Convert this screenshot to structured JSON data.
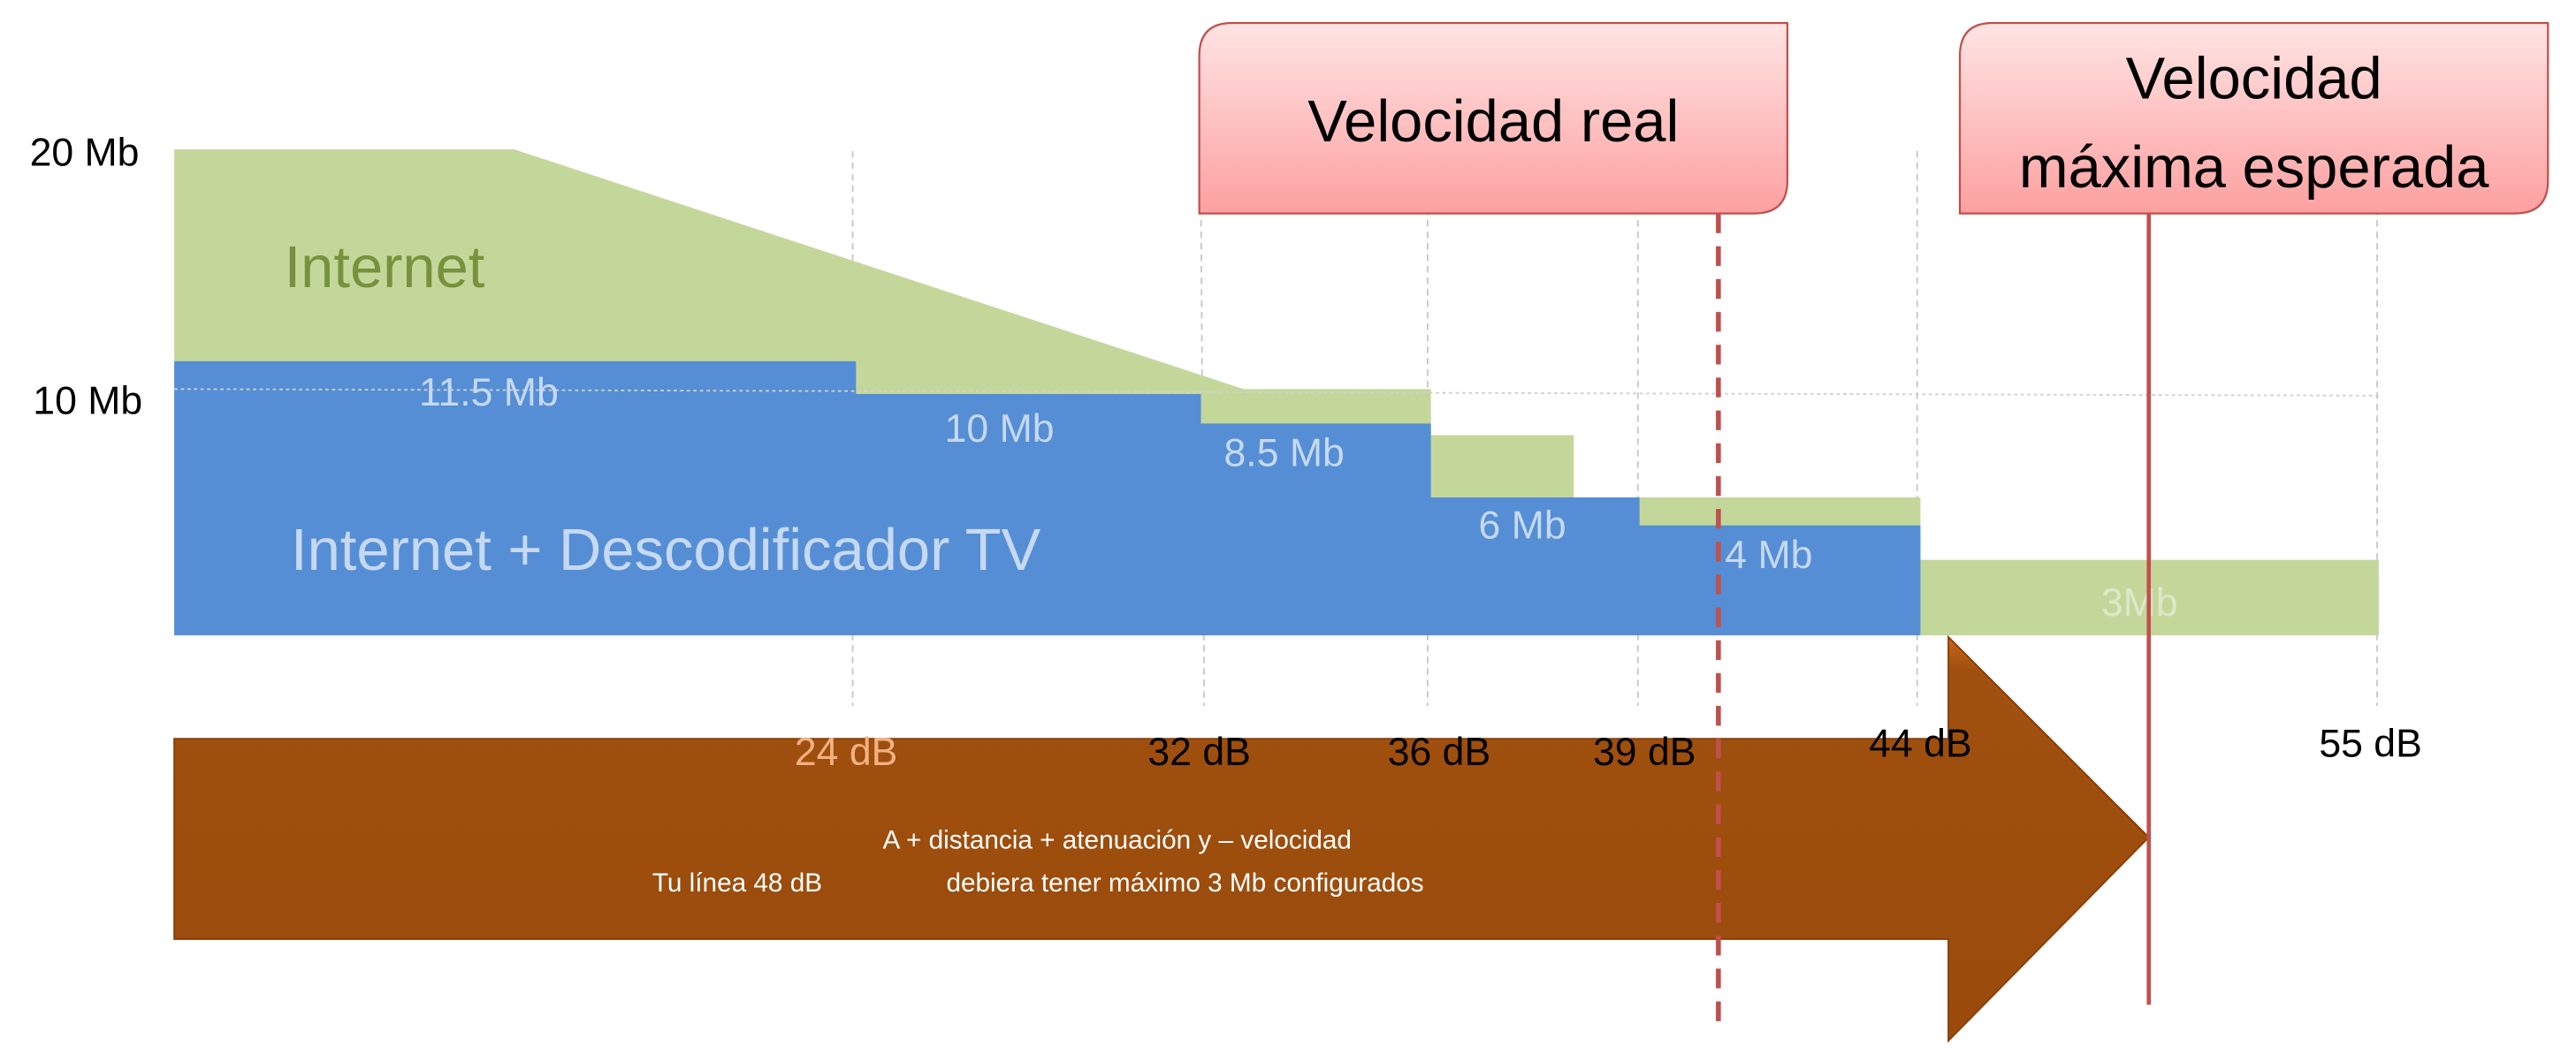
{
  "colors": {
    "internet": "#C4D79B",
    "internet_text": "#76923C",
    "tv": "#558ED5",
    "tv_text": "#C6D9F1",
    "arrow": "#A0500E",
    "callout_top": "#FFE0E0",
    "callout_bottom": "#FDA0A0",
    "callout_border": "#C0504D",
    "marker": "#C0504D",
    "label_24": "#F4B183"
  },
  "y_axis": {
    "top_label": "20 Mb",
    "mid_label": "10 Mb"
  },
  "series": {
    "internet_label": "Internet",
    "tv_label": "Internet + Descodificador TV"
  },
  "steps": [
    {
      "speed": "11.5 Mb"
    },
    {
      "speed": "10 Mb"
    },
    {
      "speed": "8.5 Mb"
    },
    {
      "speed": "6 Mb"
    },
    {
      "speed": "4 Mb"
    },
    {
      "speed": "3Mb"
    }
  ],
  "attenuation_ticks": [
    "24 dB",
    "32 dB",
    "36 dB",
    "39 dB",
    "44 dB",
    "55 dB"
  ],
  "arrow": {
    "line1": "A + distancia + atenuación y – velocidad",
    "line2a": "Tu línea 48 dB",
    "line2b": "debiera tener máximo 3 Mb configurados"
  },
  "callouts": {
    "real": "Velocidad real",
    "max_line1": "Velocidad",
    "max_line2": "máxima esperada"
  }
}
